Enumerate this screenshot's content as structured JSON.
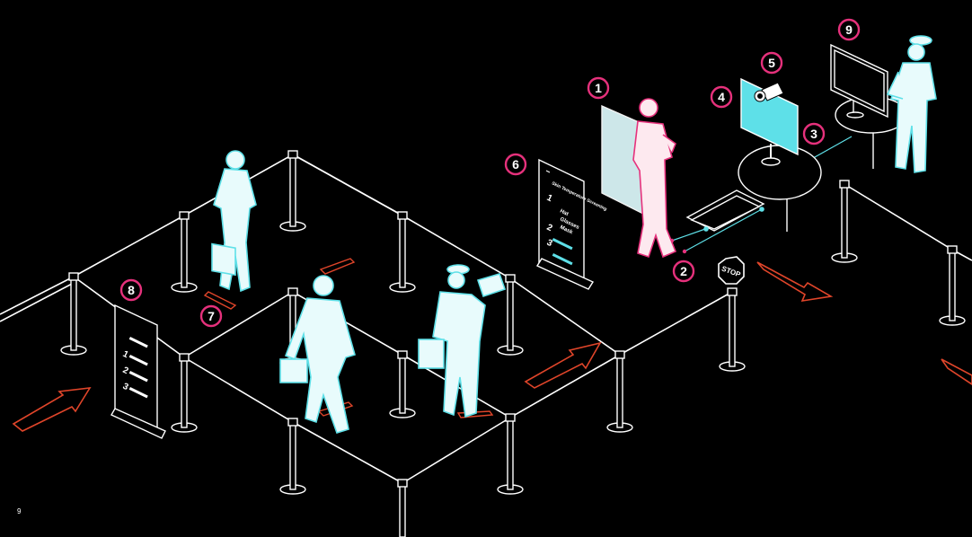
{
  "page": {
    "number": "9"
  },
  "colors": {
    "background": "#000000",
    "line": "#ffffff",
    "figure_outline": "#5ee0e8",
    "figure_fill": "#e8fbfc",
    "accent_pink": "#e6317c",
    "arrow": "#e0452a",
    "badge_ring": "#e6317c"
  },
  "markers": [
    {
      "id": "1",
      "label": "1"
    },
    {
      "id": "2",
      "label": "2"
    },
    {
      "id": "3",
      "label": "3"
    },
    {
      "id": "4",
      "label": "4"
    },
    {
      "id": "5",
      "label": "5"
    },
    {
      "id": "6",
      "label": "6"
    },
    {
      "id": "7",
      "label": "7"
    },
    {
      "id": "8",
      "label": "8"
    },
    {
      "id": "9",
      "label": "9"
    }
  ],
  "stop_sign": {
    "text": "STOP"
  },
  "sign_right": {
    "header": "Skin Temperature Screening",
    "items": [
      "Hat",
      "Glasses",
      "Mask"
    ]
  },
  "icons": [
    "camera-icon",
    "stop-sign-icon",
    "directional-arrow-icon",
    "stanchion-icon",
    "monitor-icon",
    "person-figure-icon"
  ]
}
